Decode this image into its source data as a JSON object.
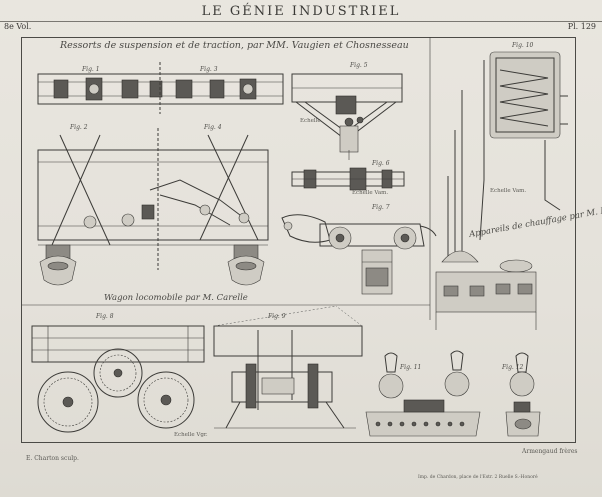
{
  "header": {
    "title": "LE GÉNIE INDUSTRIEL",
    "volume": "8e Vol.",
    "plate": "Pl. 129"
  },
  "captions": {
    "suspension": "Ressorts de suspension et de traction, par MM. Vaugien et Chosnesseau",
    "heating": "Appareils de chauffage par M. Rosse.",
    "wagon": "Wagon locomobile par M. Carelle"
  },
  "figure_labels": {
    "fig1": "Fig. 1",
    "fig2": "Fig. 2",
    "fig3": "Fig. 3",
    "fig4": "Fig. 4",
    "fig5": "Fig. 5",
    "fig6": "Fig. 6",
    "fig7": "Fig. 7",
    "fig8": "Fig. 8",
    "fig9": "Fig. 9",
    "fig10": "Fig. 10",
    "fig11": "Fig. 11",
    "fig12": "Fig. 12"
  },
  "scales": {
    "fig5": "Echelle",
    "fig7": "Echelle Vam.",
    "fig10": "Echelle Vam.",
    "fig9": "Echelle Vgr."
  },
  "footer": {
    "engraver": "E. Charton sculp.",
    "publisher": "Armengaud frères",
    "printer": "Imp. de Chardon, place de l'Estr. 2 Ruelle S.-Honoré"
  }
}
